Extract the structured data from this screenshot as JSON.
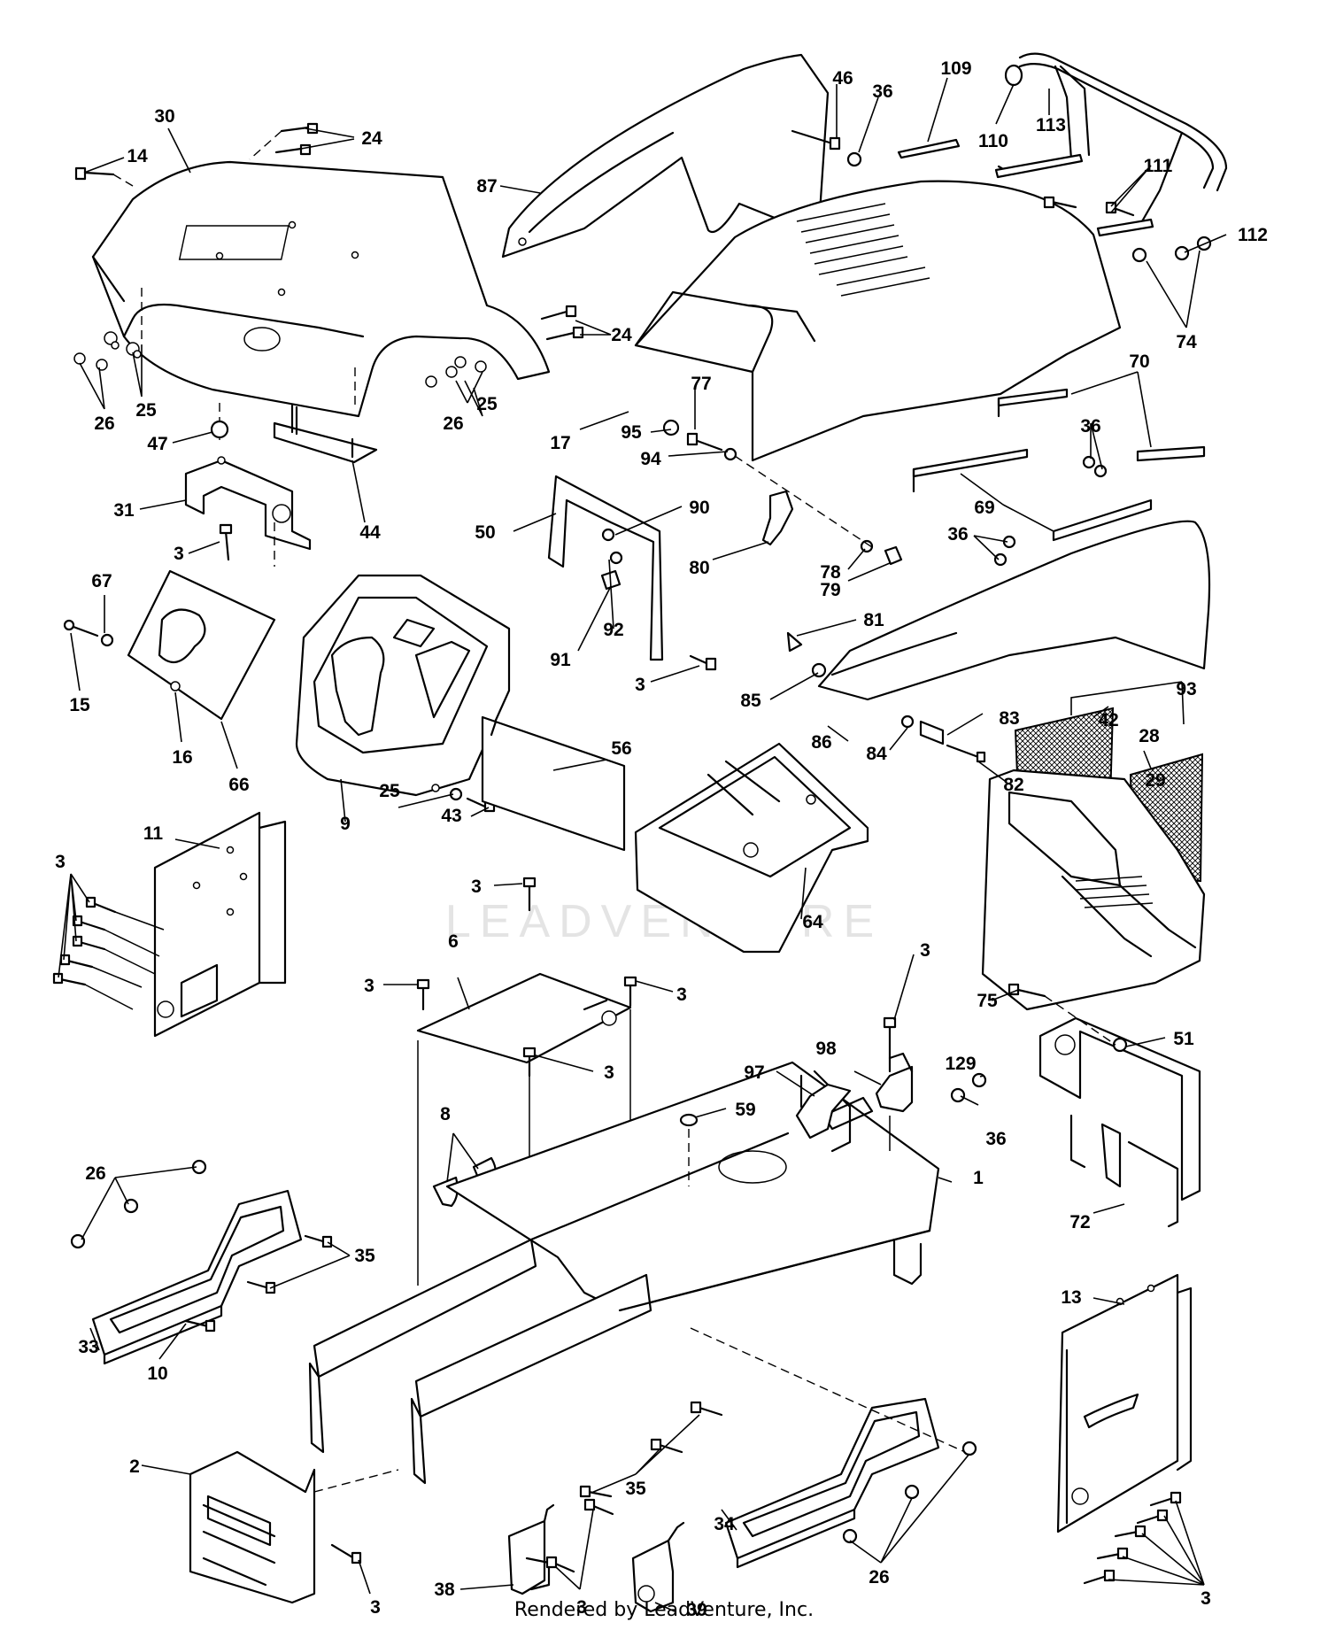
{
  "watermark": "LEADVENTURE",
  "footer": "Rendered by LeadVenture, Inc.",
  "callouts": [
    {
      "label": "30"
    },
    {
      "label": "24"
    },
    {
      "label": "14"
    },
    {
      "label": "25"
    },
    {
      "label": "26"
    },
    {
      "label": "47"
    },
    {
      "label": "31"
    },
    {
      "label": "44"
    },
    {
      "label": "3"
    },
    {
      "label": "67"
    },
    {
      "label": "15"
    },
    {
      "label": "16"
    },
    {
      "label": "66"
    },
    {
      "label": "87"
    },
    {
      "label": "46"
    },
    {
      "label": "36"
    },
    {
      "label": "109"
    },
    {
      "label": "110"
    },
    {
      "label": "113"
    },
    {
      "label": "111"
    },
    {
      "label": "112"
    },
    {
      "label": "74"
    },
    {
      "label": "24"
    },
    {
      "label": "25"
    },
    {
      "label": "26"
    },
    {
      "label": "17"
    },
    {
      "label": "77"
    },
    {
      "label": "95"
    },
    {
      "label": "94"
    },
    {
      "label": "70"
    },
    {
      "label": "36"
    },
    {
      "label": "50"
    },
    {
      "label": "90"
    },
    {
      "label": "80"
    },
    {
      "label": "69"
    },
    {
      "label": "36"
    },
    {
      "label": "78"
    },
    {
      "label": "79"
    },
    {
      "label": "92"
    },
    {
      "label": "91"
    },
    {
      "label": "3"
    },
    {
      "label": "81"
    },
    {
      "label": "85"
    },
    {
      "label": "93"
    },
    {
      "label": "83"
    },
    {
      "label": "86"
    },
    {
      "label": "84"
    },
    {
      "label": "42"
    },
    {
      "label": "28"
    },
    {
      "label": "29"
    },
    {
      "label": "82"
    },
    {
      "label": "56"
    },
    {
      "label": "9"
    },
    {
      "label": "25"
    },
    {
      "label": "43"
    },
    {
      "label": "11"
    },
    {
      "label": "3"
    },
    {
      "label": "64"
    },
    {
      "label": "3"
    },
    {
      "label": "6"
    },
    {
      "label": "3"
    },
    {
      "label": "3"
    },
    {
      "label": "3"
    },
    {
      "label": "3"
    },
    {
      "label": "75"
    },
    {
      "label": "51"
    },
    {
      "label": "129"
    },
    {
      "label": "36"
    },
    {
      "label": "97"
    },
    {
      "label": "98"
    },
    {
      "label": "59"
    },
    {
      "label": "8"
    },
    {
      "label": "1"
    },
    {
      "label": "72"
    },
    {
      "label": "26"
    },
    {
      "label": "35"
    },
    {
      "label": "33"
    },
    {
      "label": "10"
    },
    {
      "label": "13"
    },
    {
      "label": "2"
    },
    {
      "label": "35"
    },
    {
      "label": "34"
    },
    {
      "label": "26"
    },
    {
      "label": "38"
    },
    {
      "label": "3"
    },
    {
      "label": "39"
    },
    {
      "label": "3"
    },
    {
      "label": "3"
    }
  ]
}
